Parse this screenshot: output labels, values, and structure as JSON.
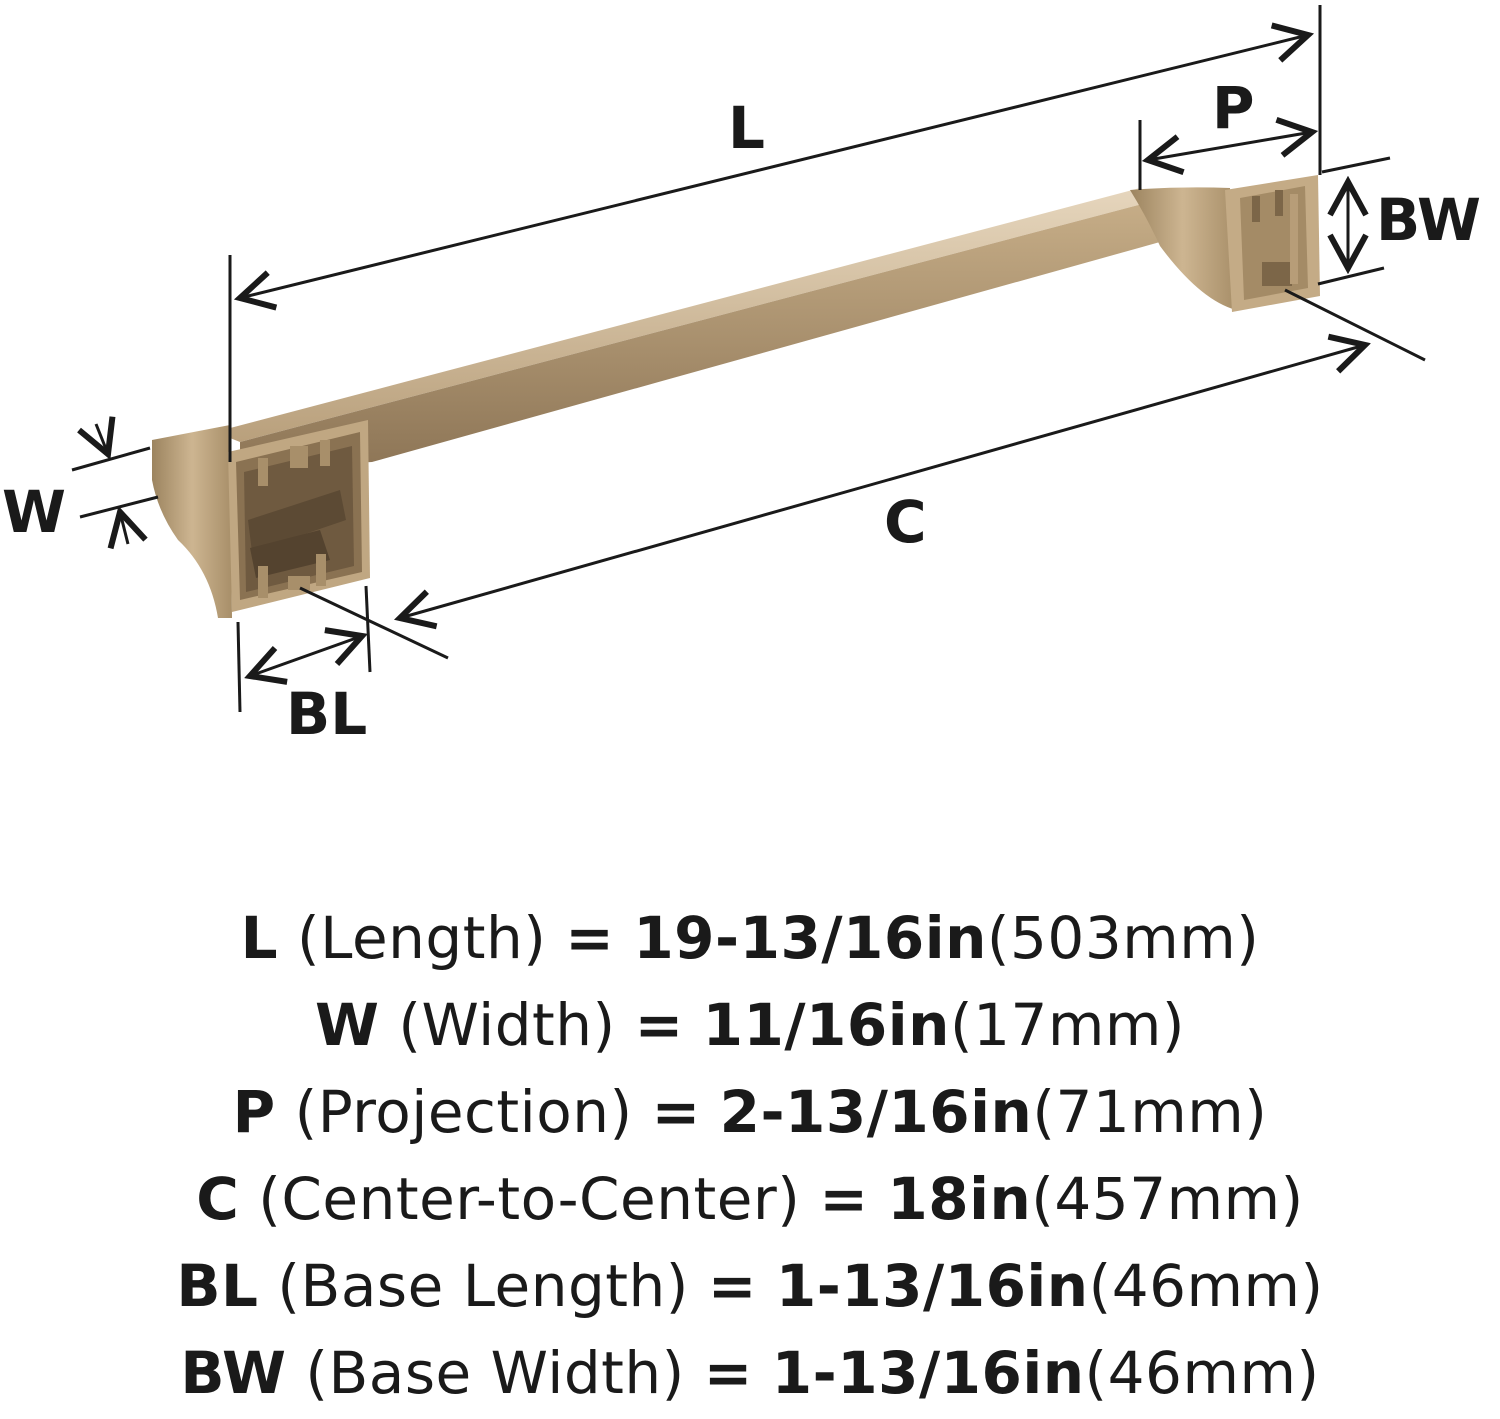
{
  "diagram": {
    "labels": {
      "L": "L",
      "P": "P",
      "BW": "BW",
      "W": "W",
      "C": "C",
      "BL": "BL"
    },
    "colors": {
      "finish": "#b9a07c",
      "finish_shadow": "#8d7556",
      "finish_highlight": "#e6d6bd",
      "line": "#1a1a1a"
    }
  },
  "specs": [
    {
      "code": "L",
      "name": "(Length)",
      "eq": "=",
      "imperial": "19-13/16in",
      "metric": "(503mm)"
    },
    {
      "code": "W",
      "name": "(Width)",
      "eq": "=",
      "imperial": "11/16in",
      "metric": "(17mm)"
    },
    {
      "code": "P",
      "name": "(Projection)",
      "eq": "=",
      "imperial": "2-13/16in",
      "metric": "(71mm)"
    },
    {
      "code": "C",
      "name": "(Center-to-Center)",
      "eq": "=",
      "imperial": "18in",
      "metric": "(457mm)"
    },
    {
      "code": "BL",
      "name": "(Base Length)",
      "eq": "=",
      "imperial": "1-13/16in",
      "metric": "(46mm)"
    },
    {
      "code": "BW",
      "name": "(Base Width)",
      "eq": "=",
      "imperial": "1-13/16in",
      "metric": "(46mm)"
    }
  ]
}
